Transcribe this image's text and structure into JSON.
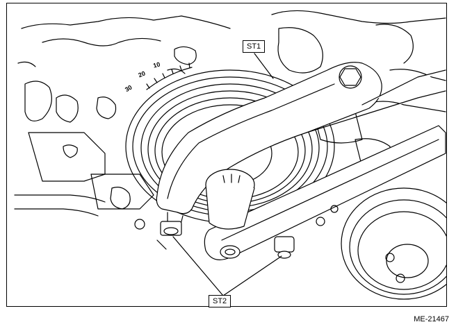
{
  "callouts": {
    "st1": "ST1",
    "st2": "ST2"
  },
  "scale_ticks": [
    "10",
    "20",
    "30"
  ],
  "figure_id": "ME-21467",
  "colors": {
    "line": "#000000",
    "background": "#ffffff"
  }
}
